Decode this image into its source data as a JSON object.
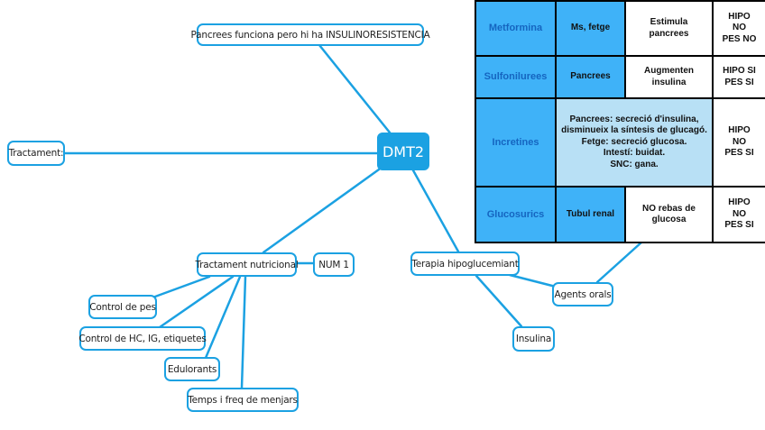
{
  "mindmap": {
    "central": "DMT2",
    "nodes": {
      "insulin_resistance": "Pancrees funciona pero hi ha INSULINORESISTENCIA",
      "treatment": "Tractament:",
      "nutritional": "Tractament nutricional",
      "num1": "NUM 1",
      "weight_control": "Control de pes",
      "carb_control": "Control de HC, IG, etiquetes",
      "sweeteners": "Edulorants",
      "meal_timing": "Temps i freq de menjars",
      "hypoglycemic": "Terapia hipoglucemiant",
      "oral_agents": "Agents orals",
      "insulin": "Insulina"
    }
  },
  "drug_table": {
    "colors": {
      "blue": "#3fb2f8",
      "light_blue": "#b8e0f5",
      "name_text": "#1565c0",
      "link": "#1ba1e2"
    },
    "rows": [
      {
        "name": "Metformina",
        "site": "Ms, fetge",
        "action": [
          "Estimula",
          "pancrees"
        ],
        "effects": [
          "HIPO",
          "NO",
          "PES NO"
        ]
      },
      {
        "name": "Sulfonilurees",
        "site": "Pancrees",
        "action": [
          "Augmenten",
          "insulina"
        ],
        "effects": [
          "HIPO SI",
          "PES SI"
        ]
      },
      {
        "name": "Incretines",
        "site_action": [
          "Pancrees:   secreció d'insulina,",
          "disminueix la síntesis de glucagó.",
          "Fetge:   secreció glucosa.",
          "Intestí:   buidat.",
          "SNC:  gana."
        ],
        "effects": [
          "HIPO",
          "NO",
          "PES SI"
        ]
      },
      {
        "name": "Glucosurics",
        "site": "Tubul renal",
        "action": [
          "NO rebas de",
          "glucosa"
        ],
        "effects": [
          "HIPO",
          "NO",
          "PES SI"
        ]
      }
    ]
  }
}
